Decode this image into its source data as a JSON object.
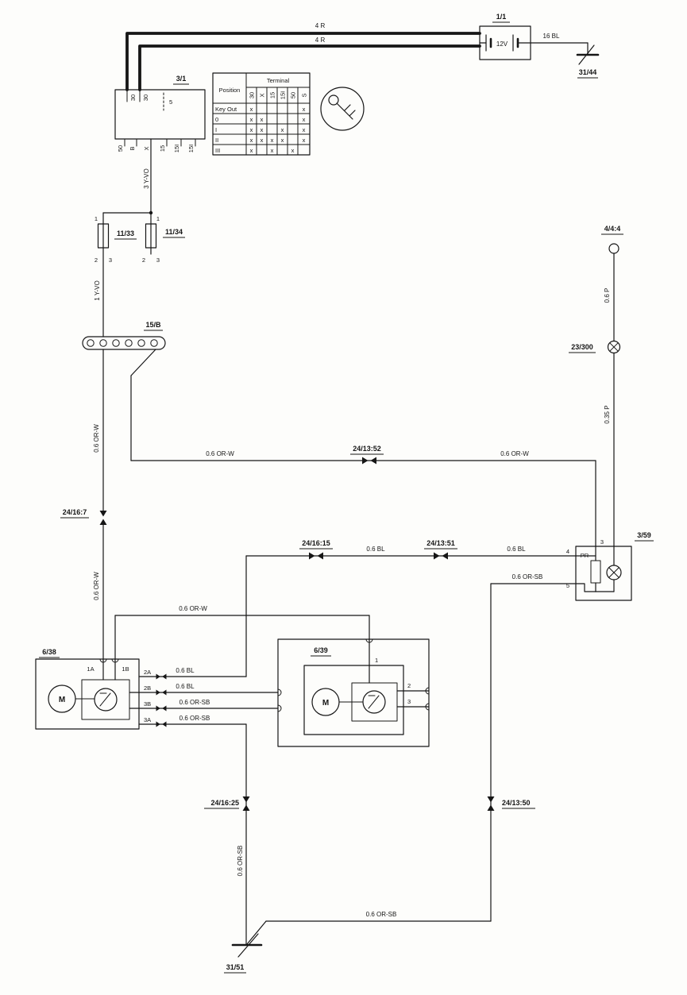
{
  "power": {
    "battery": {
      "id": "1/1",
      "voltage": "12V"
    },
    "wires": {
      "feed_upper": "4 R",
      "feed_lower": "4 R",
      "ground_strap": "16 BL"
    },
    "ground": {
      "id": "31/44"
    }
  },
  "ignition_switch": {
    "id": "3/1",
    "top_pins": [
      "30",
      "30"
    ],
    "link_pin": "5",
    "bottom_pins": [
      "50",
      "B",
      "X",
      "15",
      "15I",
      "15I"
    ],
    "output_wire": "3 Y-VO"
  },
  "position_table": {
    "position_header": "Position",
    "terminal_header": "Terminal",
    "columns": [
      "30",
      "X",
      "15",
      "15I",
      "50",
      "S"
    ],
    "rows": [
      {
        "label": "Key Out",
        "marks": [
          "x",
          "",
          "",
          "",
          "",
          "x"
        ]
      },
      {
        "label": "0",
        "marks": [
          "x",
          "x",
          "",
          "",
          "",
          "x"
        ]
      },
      {
        "label": "I",
        "marks": [
          "x",
          "x",
          "",
          "x",
          "",
          "x"
        ]
      },
      {
        "label": "II",
        "marks": [
          "x",
          "x",
          "x",
          "x",
          "",
          "x"
        ]
      },
      {
        "label": "III",
        "marks": [
          "x",
          "",
          "x",
          "",
          "x",
          ""
        ]
      }
    ]
  },
  "fuses": {
    "fuse_a": {
      "id": "11/33",
      "pin_top": "1",
      "pin_bottom_left": "2",
      "pin_bottom_right": "3"
    },
    "fuse_b": {
      "id": "11/34",
      "pin_top": "1",
      "pin_bottom_left": "2",
      "pin_bottom_right": "3"
    },
    "output_wire": "1 Y-VO"
  },
  "connector_strip": {
    "id": "15/B"
  },
  "left_feed": {
    "connector": "24/16:7",
    "wire_upper": "0.6 OR-W",
    "wire_lower": "0.6 OR-W"
  },
  "switch_feed": {
    "wire_left": "0.6 OR-W",
    "connector": "24/13:52",
    "wire_right": "0.6 OR-W"
  },
  "illumination_feed": {
    "terminal": "4/4:4",
    "wire_upper": "0.6 P",
    "splice": "23/300",
    "wire_lower": "0.35 P"
  },
  "heater_switch": {
    "id": "3/59",
    "label": "PR",
    "pin_top": "3",
    "pin_upper": "4",
    "pin_lower": "5"
  },
  "control_line": {
    "connector_a": "24/16:15",
    "wire_a": "0.6 BL",
    "connector_b": "24/13:51",
    "wire_b": "0.6 BL"
  },
  "switch_ground": {
    "wire": "0.6 OR-SB"
  },
  "seat_module_left": {
    "id": "6/38",
    "motor": "M",
    "pin_1a": "1A",
    "pin_1b": "1B",
    "pins": [
      {
        "pin": "2A",
        "wire": "0.6 BL"
      },
      {
        "pin": "2B",
        "wire": "0.6 BL"
      },
      {
        "pin": "3B",
        "wire": "0.6 OR-SB"
      },
      {
        "pin": "3A",
        "wire": "0.6 OR-SB"
      }
    ]
  },
  "seat_feed_wire": "0.6 OR-W",
  "seat_module_right": {
    "id": "6/39",
    "motor": "M",
    "pin_1": "1",
    "pin_2": "2",
    "pin_3": "3"
  },
  "ground_path": {
    "connector_left": "24/16:25",
    "wire_left": "0.6 OR-SB",
    "connector_right": "24/13:50",
    "wire_bottom": "0.6 OR-SB",
    "ground": {
      "id": "31/51"
    }
  }
}
